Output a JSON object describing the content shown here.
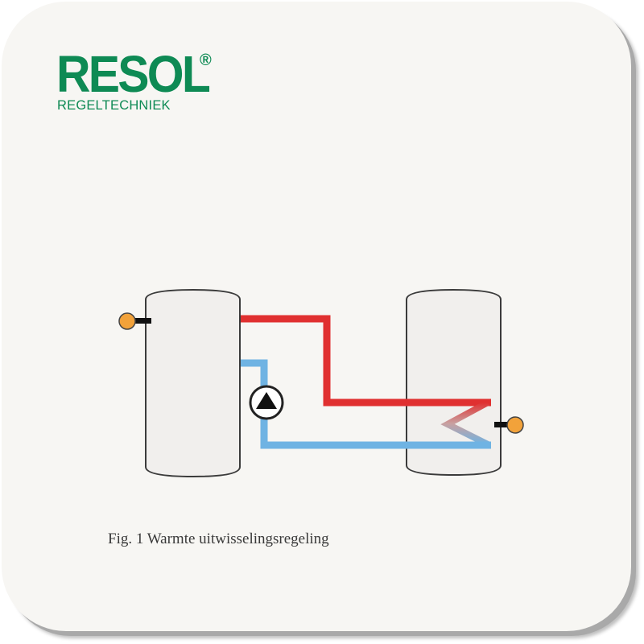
{
  "logo": {
    "brand": "RESOL",
    "registered_mark": "®",
    "subtitle": "REGELTECHNIEK",
    "color": "#0e8a54"
  },
  "diagram": {
    "components": [
      {
        "name": "storage-tank-left",
        "role": "source tank"
      },
      {
        "name": "storage-tank-right",
        "role": "target tank with heat exchanger coil"
      },
      {
        "name": "circulation-pump",
        "icon": "pump-icon"
      },
      {
        "name": "sensor-left",
        "icon": "sensor-icon"
      },
      {
        "name": "sensor-right",
        "icon": "sensor-icon"
      }
    ],
    "colors": {
      "hot_pipe": "#e03030",
      "cold_pipe": "#6fb3e3",
      "sensor": "#f2a23a",
      "tank_fill": "#f1efed",
      "tank_stroke": "#3b3b3b"
    }
  },
  "caption": "Fig. 1 Warmte uitwisselingsregeling"
}
